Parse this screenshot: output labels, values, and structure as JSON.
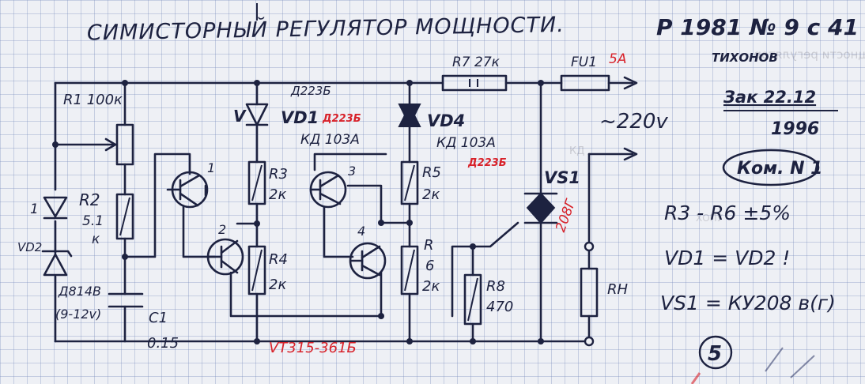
{
  "title": "СИМИСТОРНЫЙ РЕГУЛЯТОР МОЩНОСТИ.",
  "source": "Р 1981 № 9 с 41",
  "author": "ТИХОНОВ",
  "order_date": "Зак 22.12",
  "order_year": "1996",
  "kit_label": "Ком. N 1",
  "page_number": "5",
  "notes": {
    "tolerance": "R3 - R6  ±5%",
    "diodes_equal": "VD1 = VD2 !",
    "triac_type": "VS1 = КУ208 в(г)"
  },
  "components": {
    "r1": "R1 100к",
    "r2": "R2",
    "r2_value_a": "5.1",
    "r2_value_b": "к",
    "vd1_top": "Д223Б",
    "vd1": "VD1",
    "vd1_alt": "Д223Б",
    "vd1_part": "КД 103А",
    "vd4": "VD4",
    "vd4_part": "КД 103А",
    "vd4_alt": "Д223Б",
    "r7": "R7 27к",
    "fuse": "FU1",
    "fuse_rating": "5А",
    "mains": "~220v",
    "r3": "R3",
    "r3_val": "2к",
    "r4": "R4",
    "r4_val": "2к",
    "r5": "R5",
    "r5_val": "2к",
    "r6": "R",
    "r6_num": "6",
    "r6_val": "2к",
    "r8": "R8",
    "r8_val": "470",
    "vs1": "VS1",
    "vs1_alt": "208Г",
    "rh": "RН",
    "c1": "C1",
    "c1_val": "0.15",
    "vd2": "VD2",
    "vd2_part": "Д814В",
    "vd2_range": "(9-12v)",
    "vd_left": "1",
    "t1": "1",
    "t2": "2",
    "t3": "3",
    "t4": "4",
    "transistors": "VT315-361Б"
  },
  "colors": {
    "ink": "#1d2240",
    "red_ink": "#d8222a",
    "grid": "#788cbe"
  }
}
